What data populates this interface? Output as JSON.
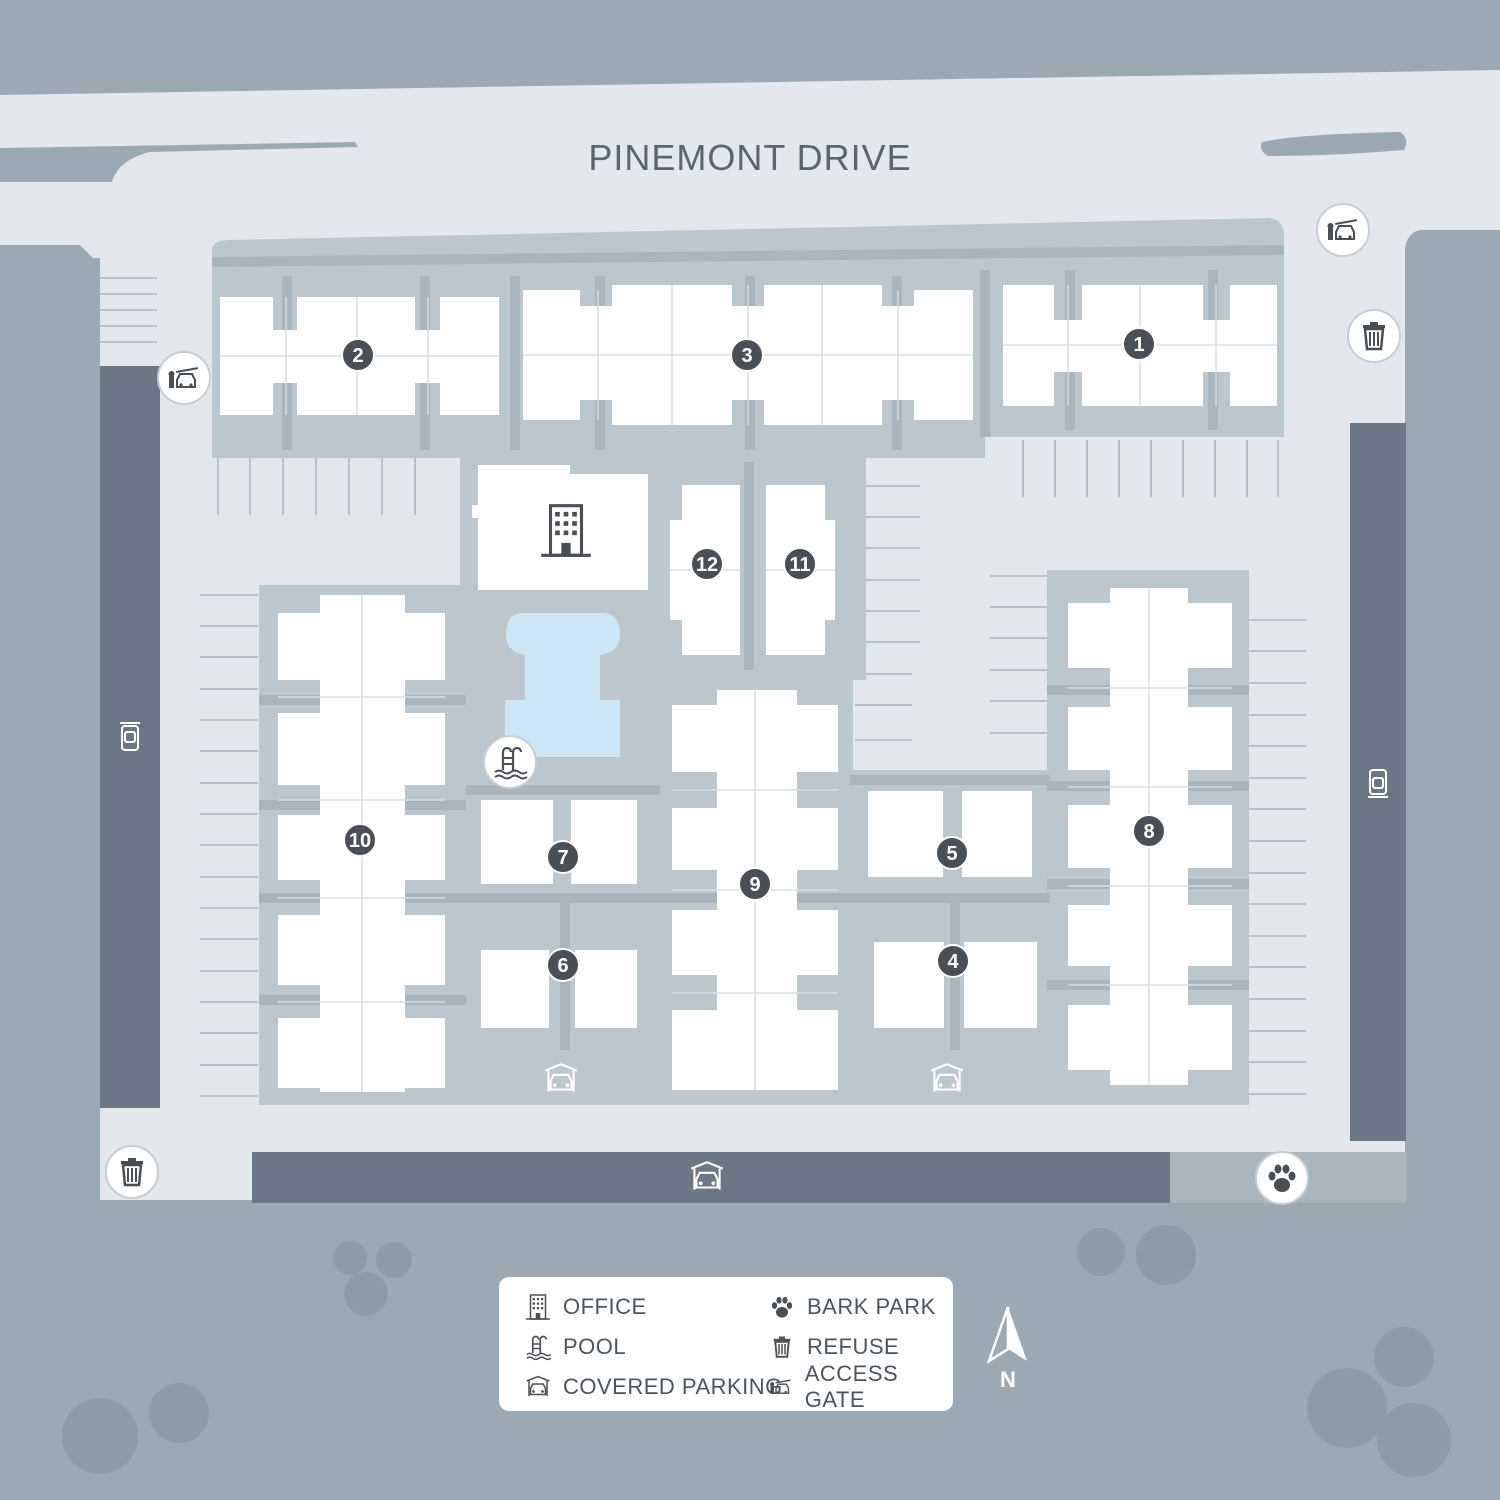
{
  "map": {
    "street_name": "PINEMONT DRIVE",
    "buildings": [
      {
        "id": "1",
        "label": "1"
      },
      {
        "id": "2",
        "label": "2"
      },
      {
        "id": "3",
        "label": "3"
      },
      {
        "id": "4",
        "label": "4"
      },
      {
        "id": "5",
        "label": "5"
      },
      {
        "id": "6",
        "label": "6"
      },
      {
        "id": "7",
        "label": "7"
      },
      {
        "id": "8",
        "label": "8"
      },
      {
        "id": "9",
        "label": "9"
      },
      {
        "id": "10",
        "label": "10"
      },
      {
        "id": "11",
        "label": "11"
      },
      {
        "id": "12",
        "label": "12"
      }
    ],
    "amenity_icons": [
      "access-gate-icon",
      "refuse-icon",
      "office-icon",
      "pool-icon",
      "covered-parking-icon",
      "bark-park-icon"
    ]
  },
  "legend": {
    "office": "OFFICE",
    "pool": "POOL",
    "covered_parking": "COVERED PARKING",
    "bark_park": "BARK PARK",
    "refuse": "REFUSE",
    "access_gate": "ACCESS GATE"
  },
  "compass": {
    "label": "N"
  },
  "colors": {
    "background": "#9ba9b5",
    "road": "#e4e8ec",
    "courtyard": "#bcc6cd",
    "building": "#ffffff",
    "parking_strip": "#6b7686",
    "pool": "#cde6f5",
    "marker": "#4a4f55"
  }
}
